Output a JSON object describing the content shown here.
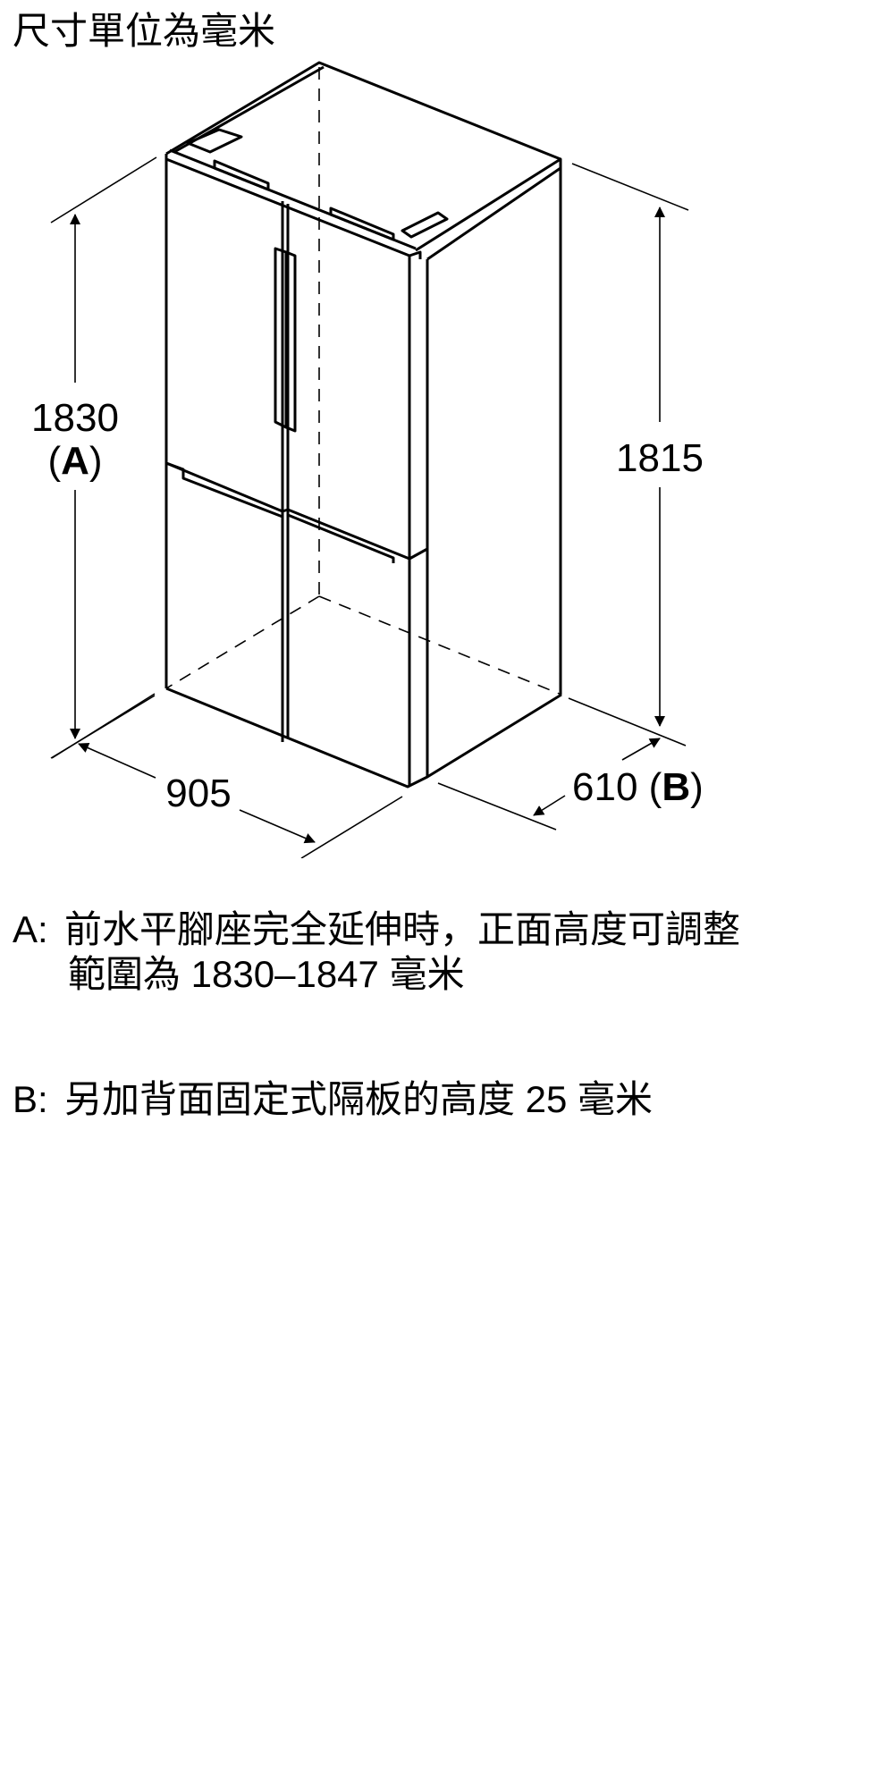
{
  "title": "尺寸單位為毫米",
  "dimensions": {
    "height_left": {
      "value": "1830",
      "ref": "A"
    },
    "height_right": {
      "value": "1815"
    },
    "width": {
      "value": "905"
    },
    "depth": {
      "value": "610",
      "ref": "B"
    }
  },
  "notes": [
    {
      "label": "A:",
      "line1": "前水平腳座完全延伸時，正面高度可調整",
      "line2": "範圍為 1830–1847 毫米"
    },
    {
      "label": "B:",
      "line1": "另加背面固定式隔板的高度 25 毫米"
    }
  ],
  "colors": {
    "line": "#000000",
    "background": "#ffffff"
  }
}
